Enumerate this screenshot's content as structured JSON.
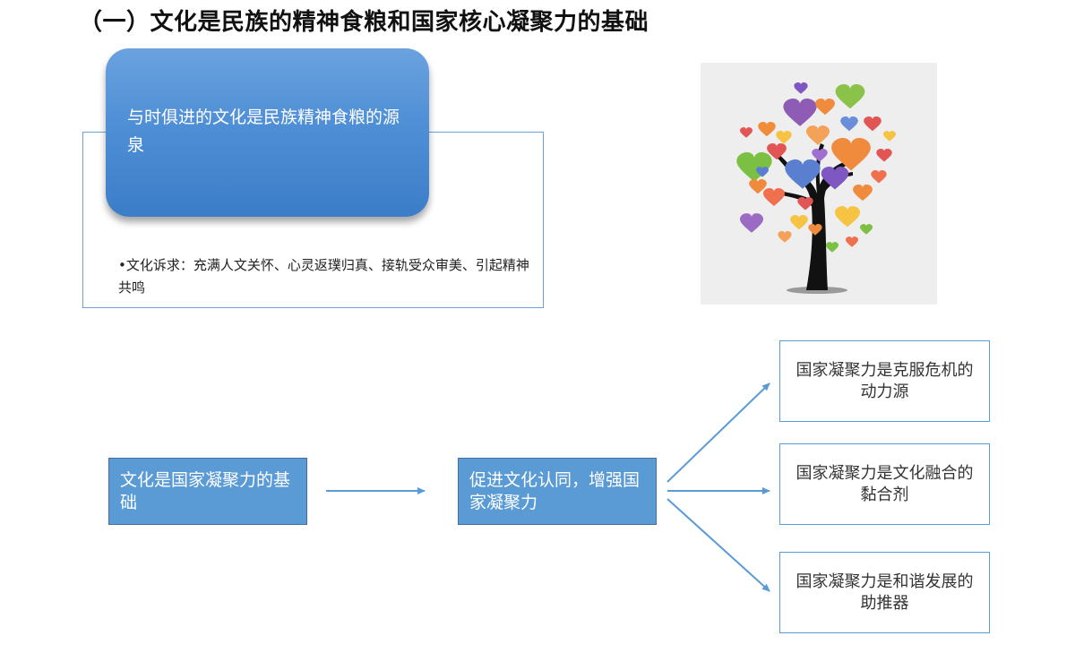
{
  "title": "（一）文化是民族的精神食粮和国家核心凝聚力的基础",
  "callout": {
    "text": "与时俱进的文化是民族精神食粮的源泉"
  },
  "bullet": {
    "text": "•文化诉求：充满人文关怀、心灵返璞归真、接轨受众审美、引起精神共鸣"
  },
  "flow": {
    "source": "文化是国家凝聚力的基础",
    "middle": "促进文化认同，增强国家凝聚力",
    "outputs": [
      "国家凝聚力是克服危机的动力源",
      "国家凝聚力是文化融合的黏合剂",
      "国家凝聚力是和谐发展的助推器"
    ]
  },
  "colors": {
    "accent_blue": "#5b9bd5",
    "callout_blue": "#4f8fd6",
    "arrow_blue": "#5b9bd5"
  },
  "icons": {
    "tree_image": "heart-tree-illustration"
  }
}
